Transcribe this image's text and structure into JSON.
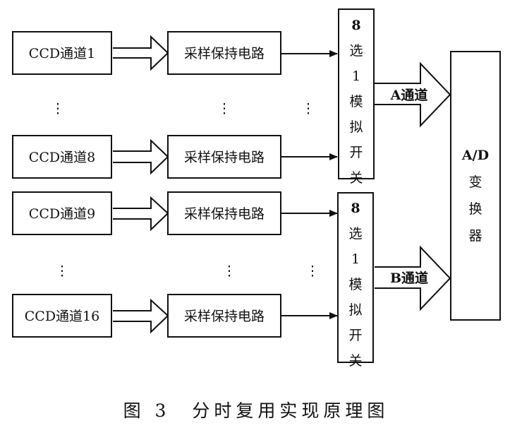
{
  "diagram": {
    "ccd_channels": [
      {
        "label": "CCD通道1"
      },
      {
        "label": "CCD通道8"
      },
      {
        "label": "CCD通道9"
      },
      {
        "label": "CCD通道16"
      }
    ],
    "sample_hold_label": "采样保持电路",
    "ellipsis": "⋮",
    "mux_top": {
      "chars": [
        "8",
        "选",
        "1",
        "模",
        "拟",
        "开",
        "关"
      ]
    },
    "mux_bottom": {
      "chars": [
        "8",
        "选",
        "1",
        "模",
        "拟",
        "开",
        "关"
      ]
    },
    "channel_a_label": "A通道",
    "channel_b_label": "B通道",
    "adc": {
      "chars": [
        "A/D",
        "变",
        "换",
        "器"
      ]
    },
    "caption": "图 3　分时复用实现原理图"
  }
}
